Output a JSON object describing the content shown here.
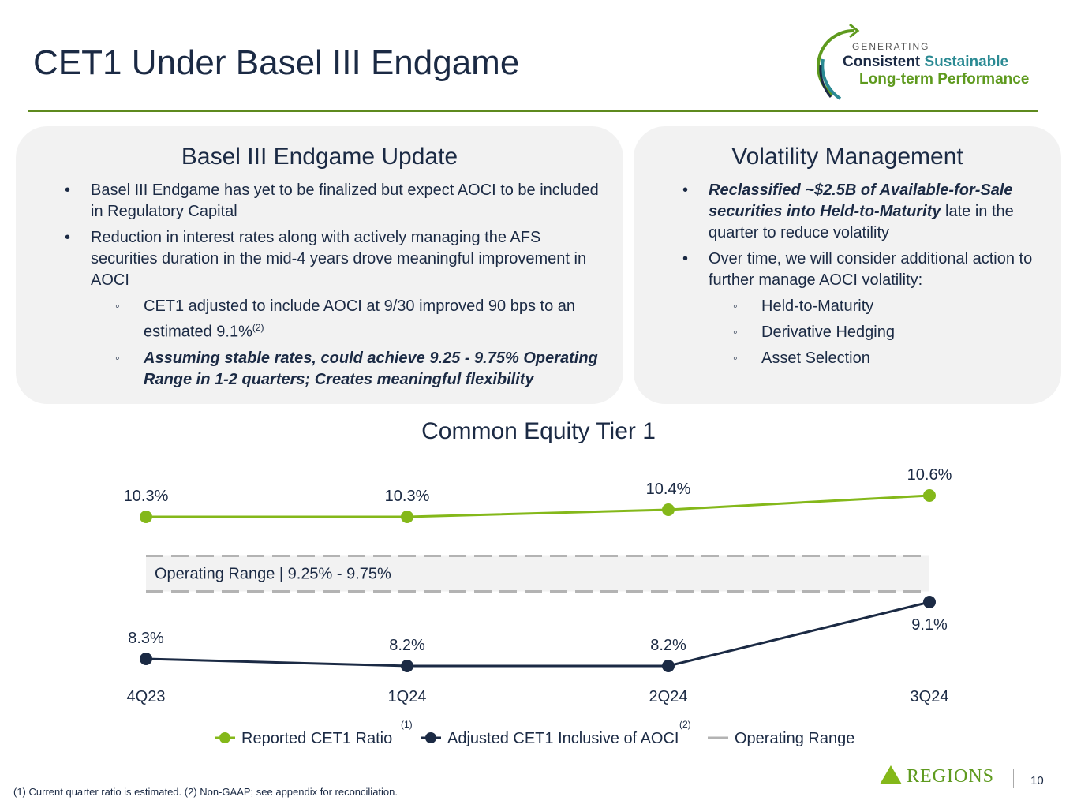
{
  "title": "CET1 Under Basel III Endgame",
  "logo": {
    "generating": "GENERATING",
    "consistent": "Consistent",
    "sustainable": "Sustainable",
    "longterm": "Long-term Performance"
  },
  "left_panel": {
    "heading": "Basel III Endgame Update",
    "b1": "Basel III Endgame has yet to be finalized but expect AOCI to be included in Regulatory Capital",
    "b2": "Reduction in interest rates along with actively managing the AFS securities duration in the mid-4 years drove meaningful improvement in AOCI",
    "s1": "CET1 adjusted to include AOCI at 9/30 improved 90 bps to an estimated 9.1%",
    "s1_sup": "(2)",
    "s2": "Assuming stable rates, could achieve 9.25 - 9.75% Operating Range in 1-2 quarters; Creates meaningful flexibility"
  },
  "right_panel": {
    "heading": "Volatility Management",
    "b1_it": "Reclassified ~$2.5B of Available-for-Sale securities into Held-to-Maturity",
    "b1_rest": " late in the quarter to reduce volatility",
    "b2": "Over time, we will consider additional action to further manage AOCI volatility:",
    "s1": "Held-to-Maturity",
    "s2": "Derivative Hedging",
    "s3": "Asset Selection"
  },
  "chart_data": {
    "type": "line",
    "title": "Common Equity Tier 1",
    "categories": [
      "4Q23",
      "1Q24",
      "2Q24",
      "3Q24"
    ],
    "series": [
      {
        "name": "Reported CET1 Ratio",
        "sup": "(1)",
        "color": "#84b81a",
        "values": [
          10.3,
          10.3,
          10.4,
          10.6
        ],
        "labels": [
          "10.3%",
          "10.3%",
          "10.4%",
          "10.6%"
        ]
      },
      {
        "name": "Adjusted CET1 Inclusive of AOCI",
        "sup": "(2)",
        "color": "#1b2a44",
        "values": [
          8.3,
          8.2,
          8.2,
          9.1
        ],
        "labels": [
          "8.3%",
          "8.2%",
          "8.2%",
          "9.1%"
        ]
      }
    ],
    "operating_range": {
      "name": "Operating Range",
      "low": 9.25,
      "high": 9.75,
      "label": "Operating Range | 9.25% - 9.75%",
      "color": "#b3b3b3"
    },
    "legend": "bottom"
  },
  "footnote": "(1) Current quarter ratio is estimated. (2) Non-GAAP; see appendix for reconciliation.",
  "brand": "REGIONS",
  "page": "10"
}
